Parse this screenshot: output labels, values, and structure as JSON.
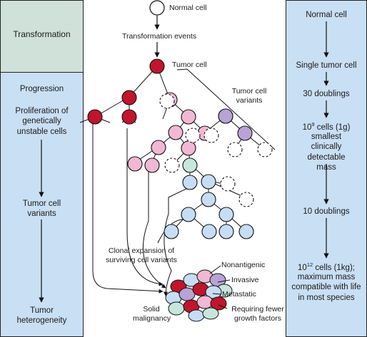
{
  "colors": {
    "transformation_panel": "#cfe1d9",
    "progression_panel": "#c9dff4",
    "right_panel": "#c9dff4",
    "tumor_red": "#c0152d",
    "variant_pink": "#f1b8d3",
    "variant_purple": "#b7a3d6",
    "variant_mint": "#c7e6dc",
    "variant_lightblue": "#c6ddf3",
    "normal_white": "#ffffff"
  },
  "left": {
    "transformation_label": "Transformation",
    "progression_label": "Progression",
    "proliferation_label": "Proliferation of genetically unstable cells",
    "variants_label": "Tumor cell variants",
    "heterogeneity_label": "Tumor heterogeneity"
  },
  "center": {
    "normal_cell_label": "Normal cell",
    "transformation_events_label": "Transformation events",
    "tumor_cell_label": "Tumor cell",
    "tumor_cell_variants_label": "Tumor cell variants",
    "clonal_expansion_label": "Clonal expansion of surviving cell variants",
    "solid_malignancy_label": "Solid malignancy",
    "nonantigenic_label": "Nonantigenic",
    "invasive_label": "Invasive",
    "metastatic_label": "Metastatic",
    "requiring_label": "Requiring fewer growth factors"
  },
  "right": {
    "normal_cell": "Normal cell",
    "single_tumor_cell": "Single tumor cell",
    "doublings_30": "30 doublings",
    "cells_1g_pre": "10",
    "cells_1g_sup": "9",
    "cells_1g_post": " cells (1g)",
    "smallest_mass": "smallest clinically detectable mass",
    "doublings_10": "10 doublings",
    "cells_1kg_pre": "10",
    "cells_1kg_sup": "12",
    "cells_1kg_post": " cells (1kg);",
    "max_mass": "maximum mass compatible with life in most species"
  }
}
